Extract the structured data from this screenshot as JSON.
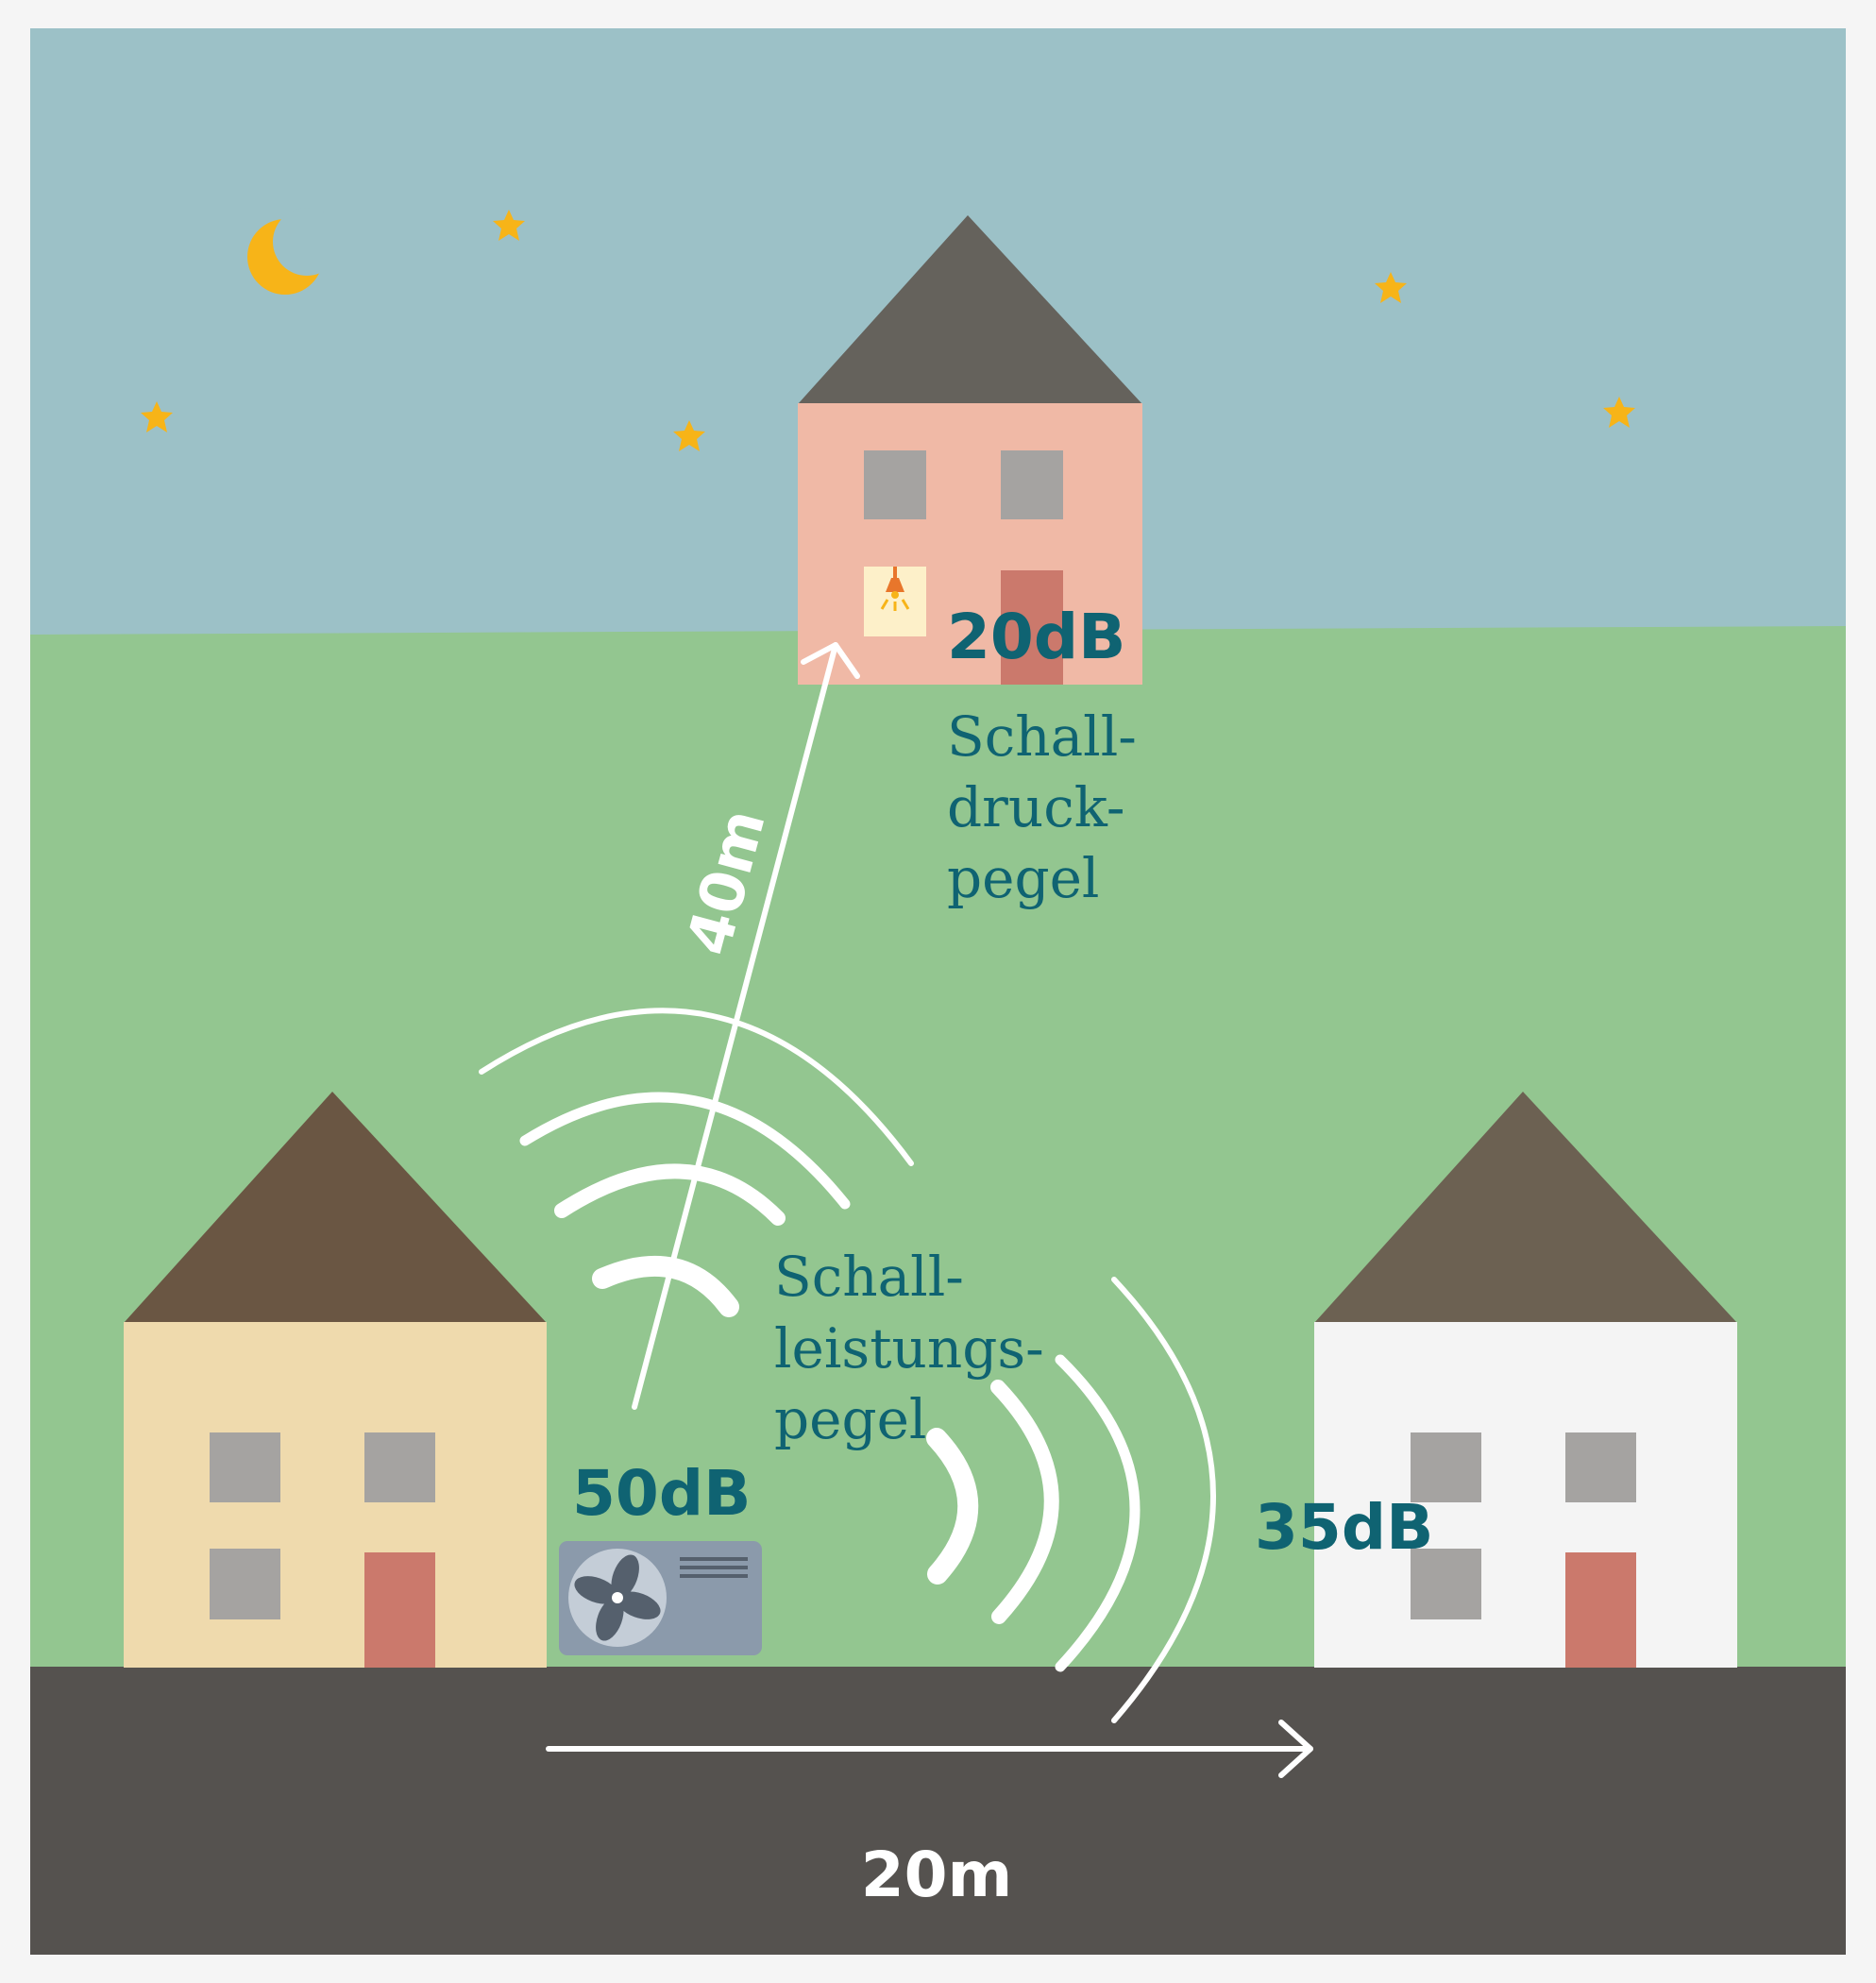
{
  "labels": {
    "received_db": "20dB",
    "pressure_line1": "Schall-",
    "pressure_line2": "druck-",
    "pressure_line3": "pegel",
    "distance_vertical": "40m",
    "power_line1": "Schall-",
    "power_line2": "leistungs-",
    "power_line3": "pegel",
    "source_db": "50dB",
    "neighbor_db": "35dB",
    "distance_horizontal": "20m"
  },
  "colors": {
    "sky": "#9cc1c7",
    "grass": "#93c690",
    "road": "#55524f",
    "text_teal": "#0f6372",
    "star": "#f7b418",
    "wave": "#ffffff"
  },
  "icons": {
    "moon": "crescent-moon-icon",
    "star": "star-icon",
    "lamp": "ceiling-lamp-icon",
    "unit": "heat-pump-fan-icon"
  }
}
